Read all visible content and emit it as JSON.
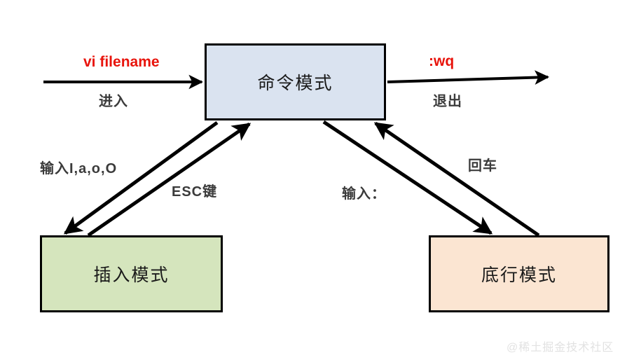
{
  "diagram": {
    "title": "vi editor mode transition diagram",
    "background": "#ffffff",
    "nodes": [
      {
        "id": "command",
        "label": "命令模式",
        "fill": "#dae3f0",
        "stroke": "#000000"
      },
      {
        "id": "insert",
        "label": "插入模式",
        "fill": "#d5e5bd",
        "stroke": "#000000"
      },
      {
        "id": "lastline",
        "label": "底行模式",
        "fill": "#fbe5d2",
        "stroke": "#000000"
      }
    ],
    "labels": {
      "vi_filename": "vi filename",
      "enter": "进入",
      "wq": ":wq",
      "quit": "退出",
      "insert_keys": "输入I,a,o,O",
      "esc_key": "ESC键",
      "colon_input": "输入：",
      "return_key": "回车"
    },
    "label_colors": {
      "command_text": "#e8140c",
      "annotation_text": "#3b3b3b"
    },
    "edges": [
      {
        "from": "start",
        "to": "command",
        "label": "vi filename",
        "sublabel": "进入"
      },
      {
        "from": "command",
        "to": "end",
        "label": ":wq",
        "sublabel": "退出"
      },
      {
        "from": "command",
        "to": "insert",
        "label": "输入I,a,o,O"
      },
      {
        "from": "insert",
        "to": "command",
        "label": "ESC键"
      },
      {
        "from": "command",
        "to": "lastline",
        "label": "输入："
      },
      {
        "from": "lastline",
        "to": "command",
        "label": "回车"
      }
    ]
  },
  "watermark": {
    "text": "@稀土掘金技术社区",
    "color": "#e2e2e2"
  }
}
